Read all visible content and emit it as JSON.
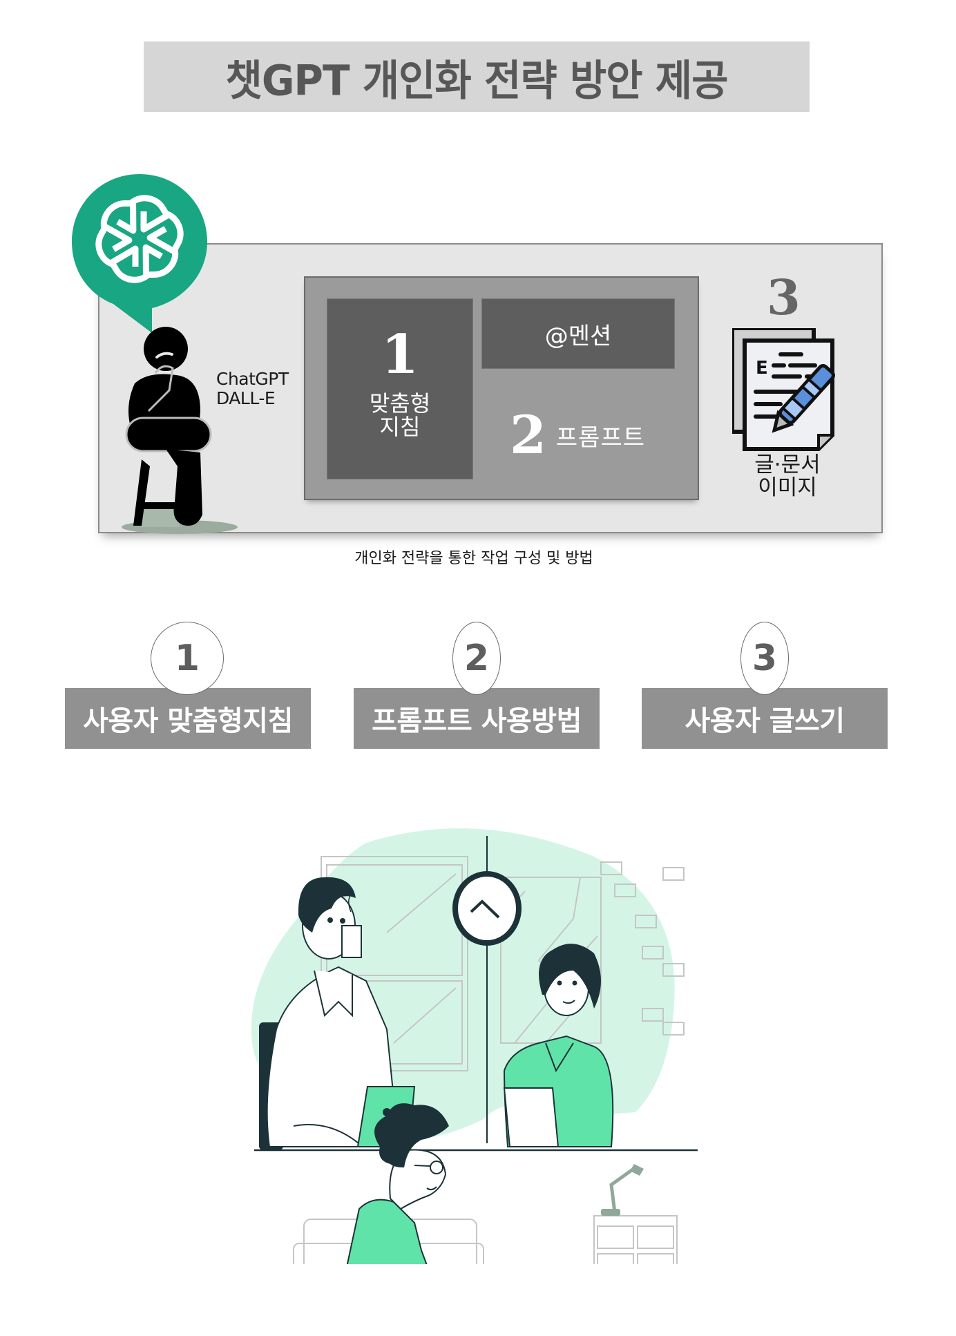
{
  "title": "챗GPT 개인화 전략 방안 제공",
  "diagram": {
    "logo": "chatgpt-logo-icon",
    "user_figure": "thinking-person-icon",
    "models": [
      "ChatGPT",
      "DALL-E"
    ],
    "box1": {
      "number": "1",
      "caption_line1": "맞춤형",
      "caption_line2": "지침"
    },
    "mention_box": "@멘션",
    "box2": {
      "number": "2",
      "caption": "프롬프트"
    },
    "box3": {
      "number": "3",
      "icon": "document-pen-icon",
      "caption_line1": "글·문서",
      "caption_line2": "이미지"
    },
    "caption": "개인화 전략을 통한 작업 구성 및 방법"
  },
  "steps": [
    {
      "number": "1",
      "label": "사용자 맞춤형지침"
    },
    {
      "number": "2",
      "label": "프롬프트 사용방법"
    },
    {
      "number": "3",
      "label": "사용자 글쓰기"
    }
  ],
  "illustration": {
    "subject": "office-workers-illustration",
    "accent_color": "#5fe3a8",
    "background_blob_color": "#d4f5e6",
    "dark_color": "#1c3238"
  },
  "colors": {
    "title_bg": "#d6d6d6",
    "title_text": "#575757",
    "frame_bg": "#e6e6e6",
    "panel_bg": "#9b9b9b",
    "box_bg": "#5e5e5e",
    "step_bg": "#919191",
    "gpt_green": "#18a683"
  }
}
